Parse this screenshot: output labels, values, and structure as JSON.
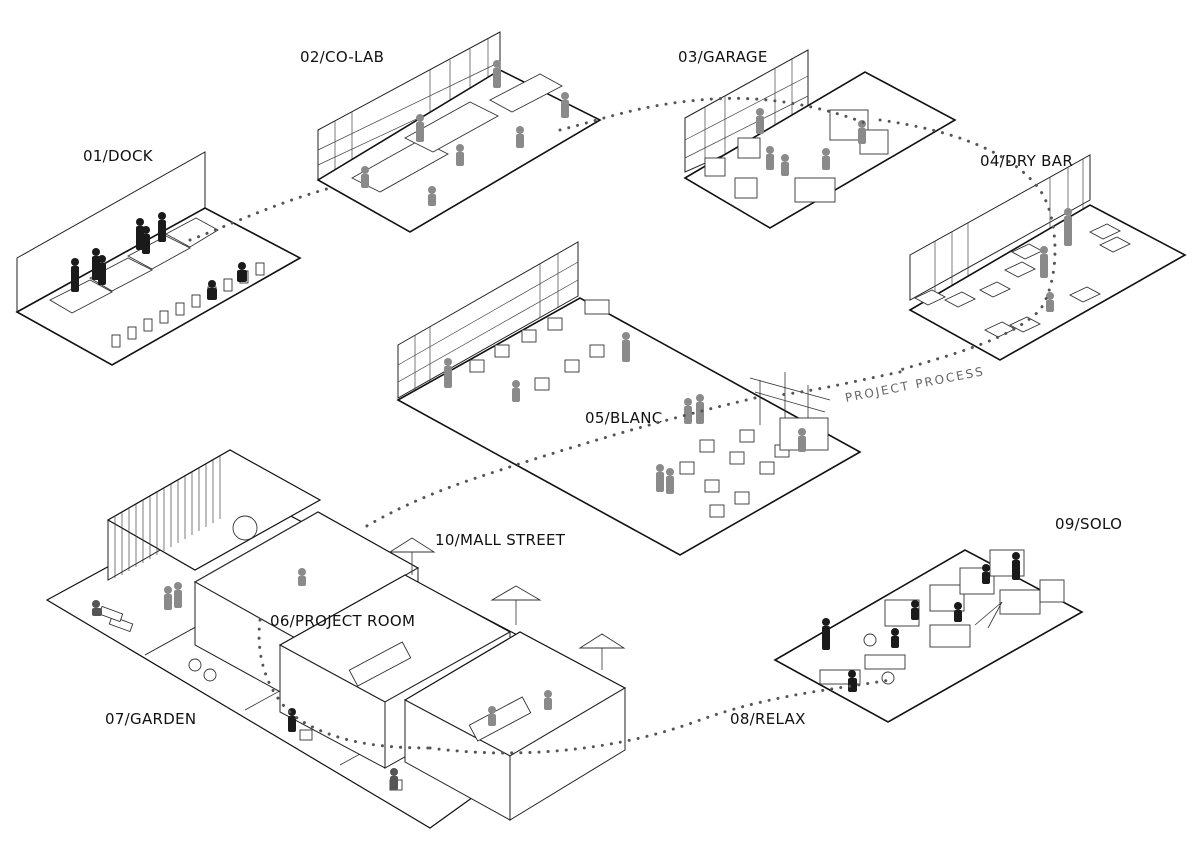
{
  "zones": [
    {
      "id": "01",
      "label": "01/DOCK"
    },
    {
      "id": "02",
      "label": "02/CO-LAB"
    },
    {
      "id": "03",
      "label": "03/GARAGE"
    },
    {
      "id": "04",
      "label": "04/DRY BAR"
    },
    {
      "id": "05",
      "label": "05/BLANC"
    },
    {
      "id": "06",
      "label": "06/PROJECT ROOM"
    },
    {
      "id": "07",
      "label": "07/GARDEN"
    },
    {
      "id": "08",
      "label": "08/RELAX"
    },
    {
      "id": "09",
      "label": "09/SOLO"
    },
    {
      "id": "10",
      "label": "10/MALL STREET"
    }
  ],
  "process_label": "PROJECT PROCESS",
  "colors": {
    "line": "#111111",
    "path_dots": "#555555",
    "figure_dark": "#1a1a1a",
    "figure_grey": "#8a8a8a"
  }
}
